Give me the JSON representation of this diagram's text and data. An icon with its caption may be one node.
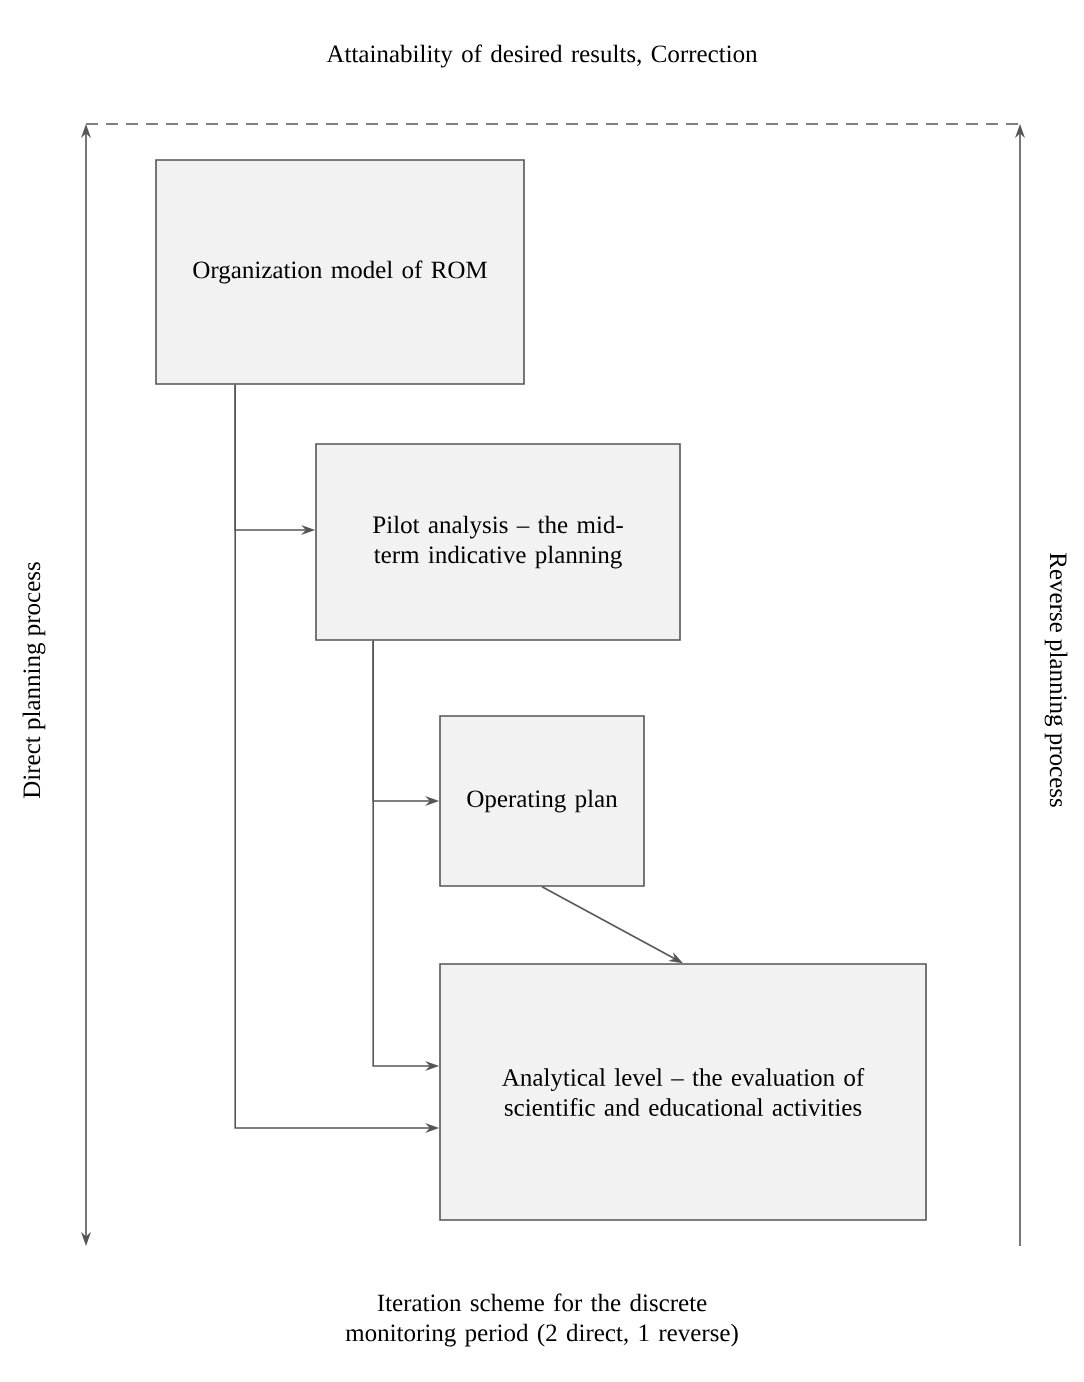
{
  "diagram": {
    "caption": "Iteration scheme for the discrete monitoring period (2 direct, 1 reverse)",
    "nodes": [
      {
        "text": [
          "Organization model of ROM"
        ]
      },
      {
        "text": [
          "Pilot analysis – the mid-term indicative planning"
        ]
      },
      {
        "text": [
          "Operating plan"
        ]
      },
      {
        "text": [
          "Analytical level – the evaluation of scientific and educational activities"
        ]
      }
    ],
    "edges": [
      {
        "from": 0,
        "to": 1,
        "arrow": "to"
      },
      {
        "from": 0,
        "to": 3,
        "arrow": "to"
      },
      {
        "from": 1,
        "to": 2,
        "arrow": "to"
      },
      {
        "from": 1,
        "to": 3,
        "arrow": "to"
      },
      {
        "from": 2,
        "to": 3,
        "arrow": "to"
      }
    ],
    "labels": [
      "Attainability of desired results, Correction",
      "Direct planning process",
      "Reverse planning process"
    ]
  }
}
